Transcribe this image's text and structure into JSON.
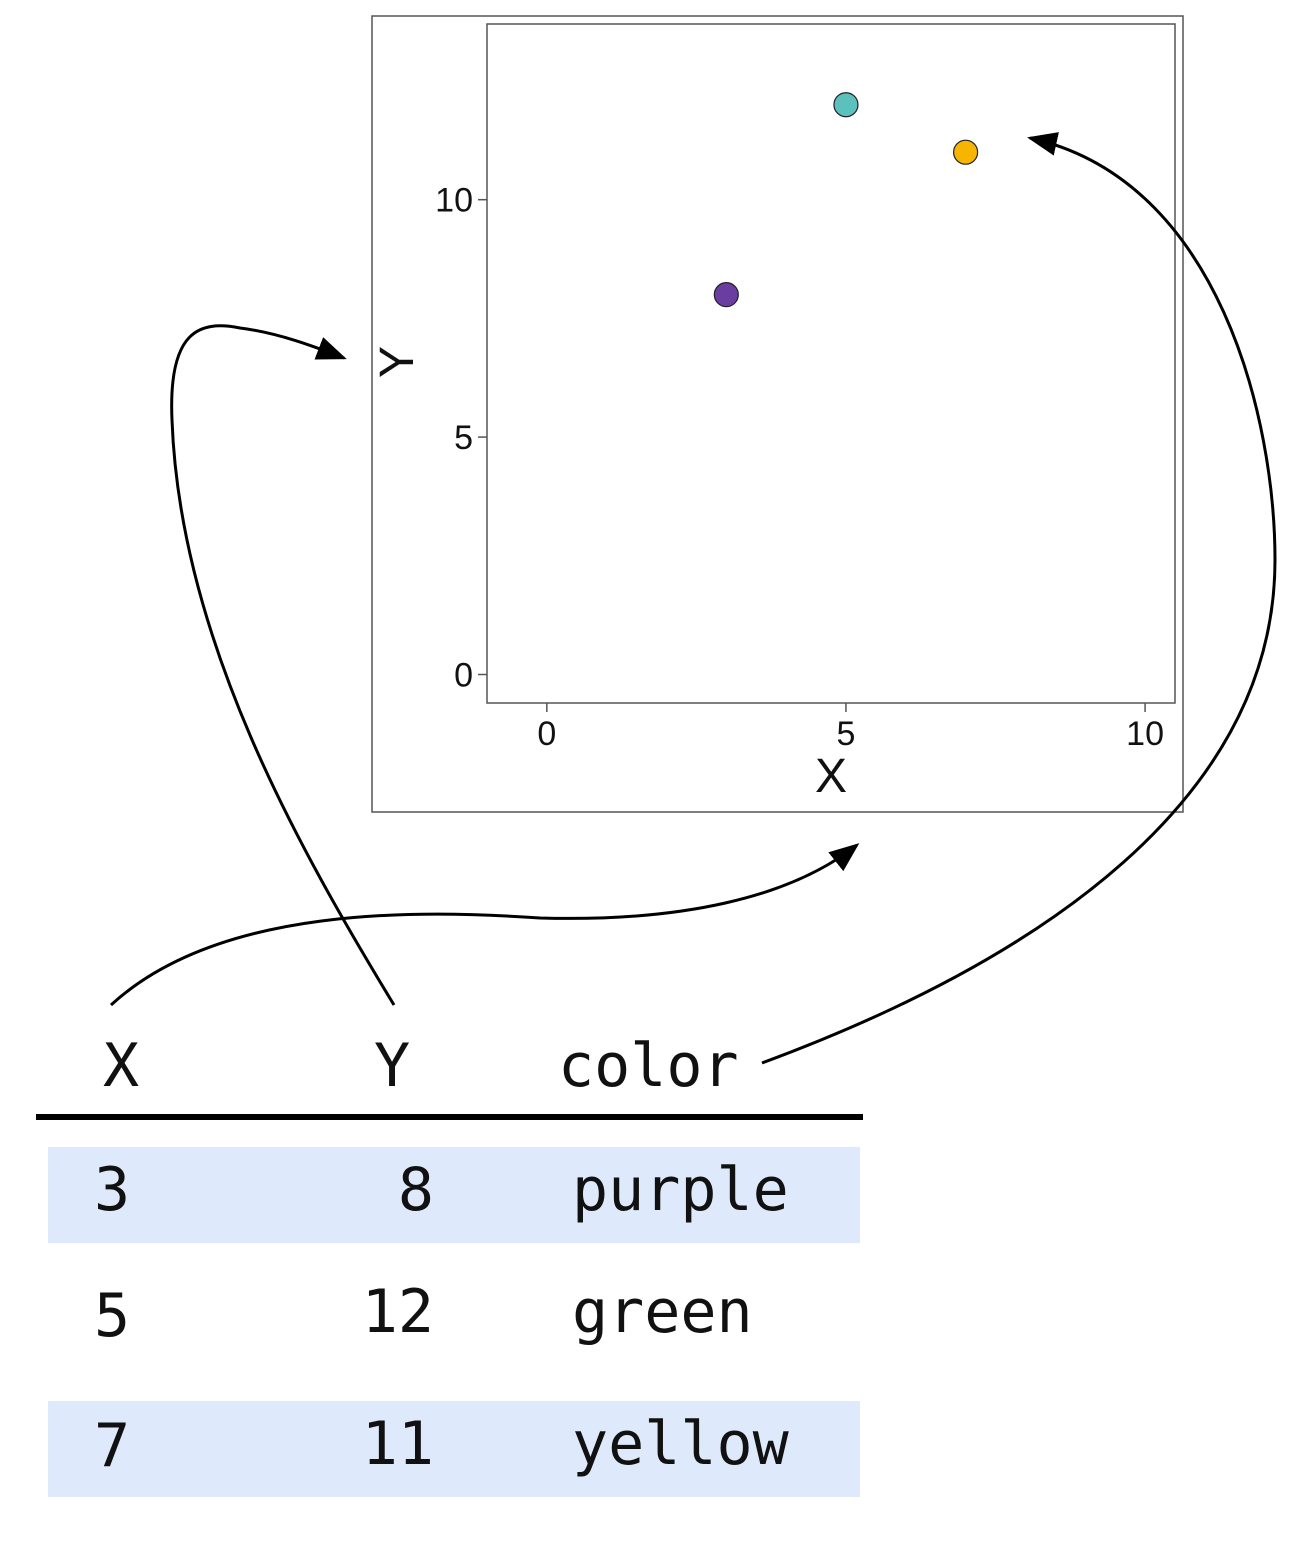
{
  "chart_data": {
    "type": "scatter",
    "xlabel": "X",
    "ylabel": "Y",
    "xlim": [
      -1,
      10.5
    ],
    "ylim": [
      -0.6,
      13.7
    ],
    "x_ticks": [
      "0",
      "5",
      "10"
    ],
    "y_ticks": [
      "0",
      "5",
      "10"
    ],
    "grid": false,
    "points": [
      {
        "x": 3,
        "y": 8,
        "color": "#6a3da0"
      },
      {
        "x": 5,
        "y": 12,
        "color": "#5cc0bd"
      },
      {
        "x": 7,
        "y": 11,
        "color": "#f5b500"
      }
    ]
  },
  "table": {
    "headers": [
      "X",
      "Y",
      "color"
    ],
    "rows": [
      {
        "x": "3",
        "y": "8",
        "color": "purple"
      },
      {
        "x": "5",
        "y": "12",
        "color": "green"
      },
      {
        "x": "7",
        "y": "11",
        "color": "yellow"
      }
    ],
    "row_highlight_color": "#deeafc"
  },
  "arrows": [
    {
      "from": "table-header-x",
      "to": "x-axis"
    },
    {
      "from": "table-header-y",
      "to": "y-axis"
    },
    {
      "from": "table-header-color",
      "to": "point-color"
    }
  ]
}
